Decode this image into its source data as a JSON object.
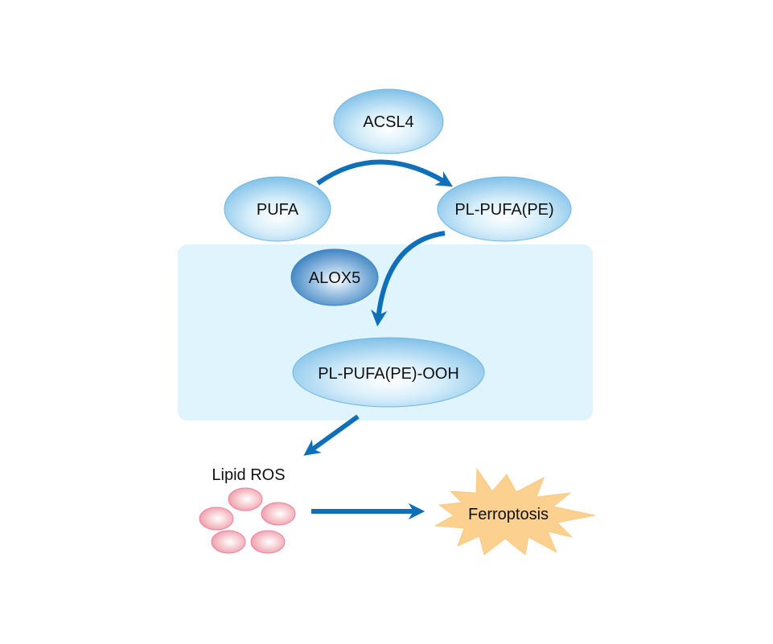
{
  "diagram": {
    "type": "pathway",
    "title": "",
    "colors": {
      "membrane_box": "#dff4fc",
      "node_fill_light": "#eaf7fd",
      "node_fill_edge": "#8cc7ea",
      "node_stroke": "#6fb6e3",
      "enzyme_dark_fill": "#2f7ec0",
      "arrow": "#0f6fb8",
      "ros_fill_edge": "#ef9aa8",
      "ros_stroke": "#ee7fa0",
      "burst_fill": "#fcd18f"
    },
    "nodes": {
      "acsl4": {
        "label": "ACSL4",
        "kind": "enzyme"
      },
      "pufa": {
        "label": "PUFA",
        "kind": "metabolite"
      },
      "pl_pufa_pe": {
        "label": "PL-PUFA(PE)",
        "kind": "metabolite"
      },
      "alox5": {
        "label": "ALOX5",
        "kind": "enzyme"
      },
      "pl_pufa_pe_ooh": {
        "label": "PL-PUFA(PE)-OOH",
        "kind": "metabolite"
      },
      "lipid_ros": {
        "label": "Lipid ROS",
        "kind": "species",
        "particle_count": 5
      },
      "ferroptosis": {
        "label": "Ferroptosis",
        "kind": "outcome"
      }
    },
    "edges": [
      {
        "from": "pufa",
        "to": "pl_pufa_pe",
        "catalyst": "acsl4"
      },
      {
        "from": "pl_pufa_pe",
        "to": "pl_pufa_pe_ooh",
        "catalyst": "alox5"
      },
      {
        "from": "pl_pufa_pe_ooh",
        "to": "lipid_ros"
      },
      {
        "from": "lipid_ros",
        "to": "ferroptosis"
      }
    ]
  }
}
